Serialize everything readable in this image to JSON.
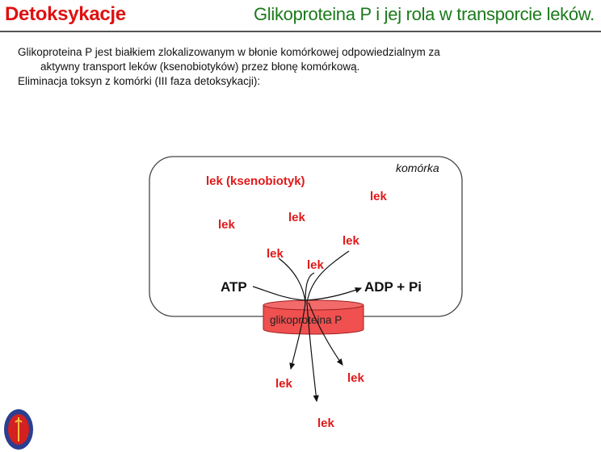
{
  "header": {
    "section_title": "Detoksykacje",
    "slide_title": "Glikoproteina P i jej rola w transporcie leków."
  },
  "body": {
    "line1": "Glikoproteina P jest białkiem zlokalizowanym w błonie komórkowej odpowiedzialnym za",
    "line2": "aktywny transport leków (ksenobiotyków) przez błonę komórkową.",
    "line3": "Eliminacja toksyn z komórki (III faza detoksykacji):"
  },
  "diagram": {
    "cell_label": "komórka",
    "xenobiotic_label": "lek (ksenobiotyk)",
    "drug_label": "lek",
    "atp": "ATP",
    "adp": "ADP + Pi",
    "transporter": "glikoproteina P",
    "colors": {
      "drug": "#e01818",
      "transporter": "#f05050"
    }
  }
}
